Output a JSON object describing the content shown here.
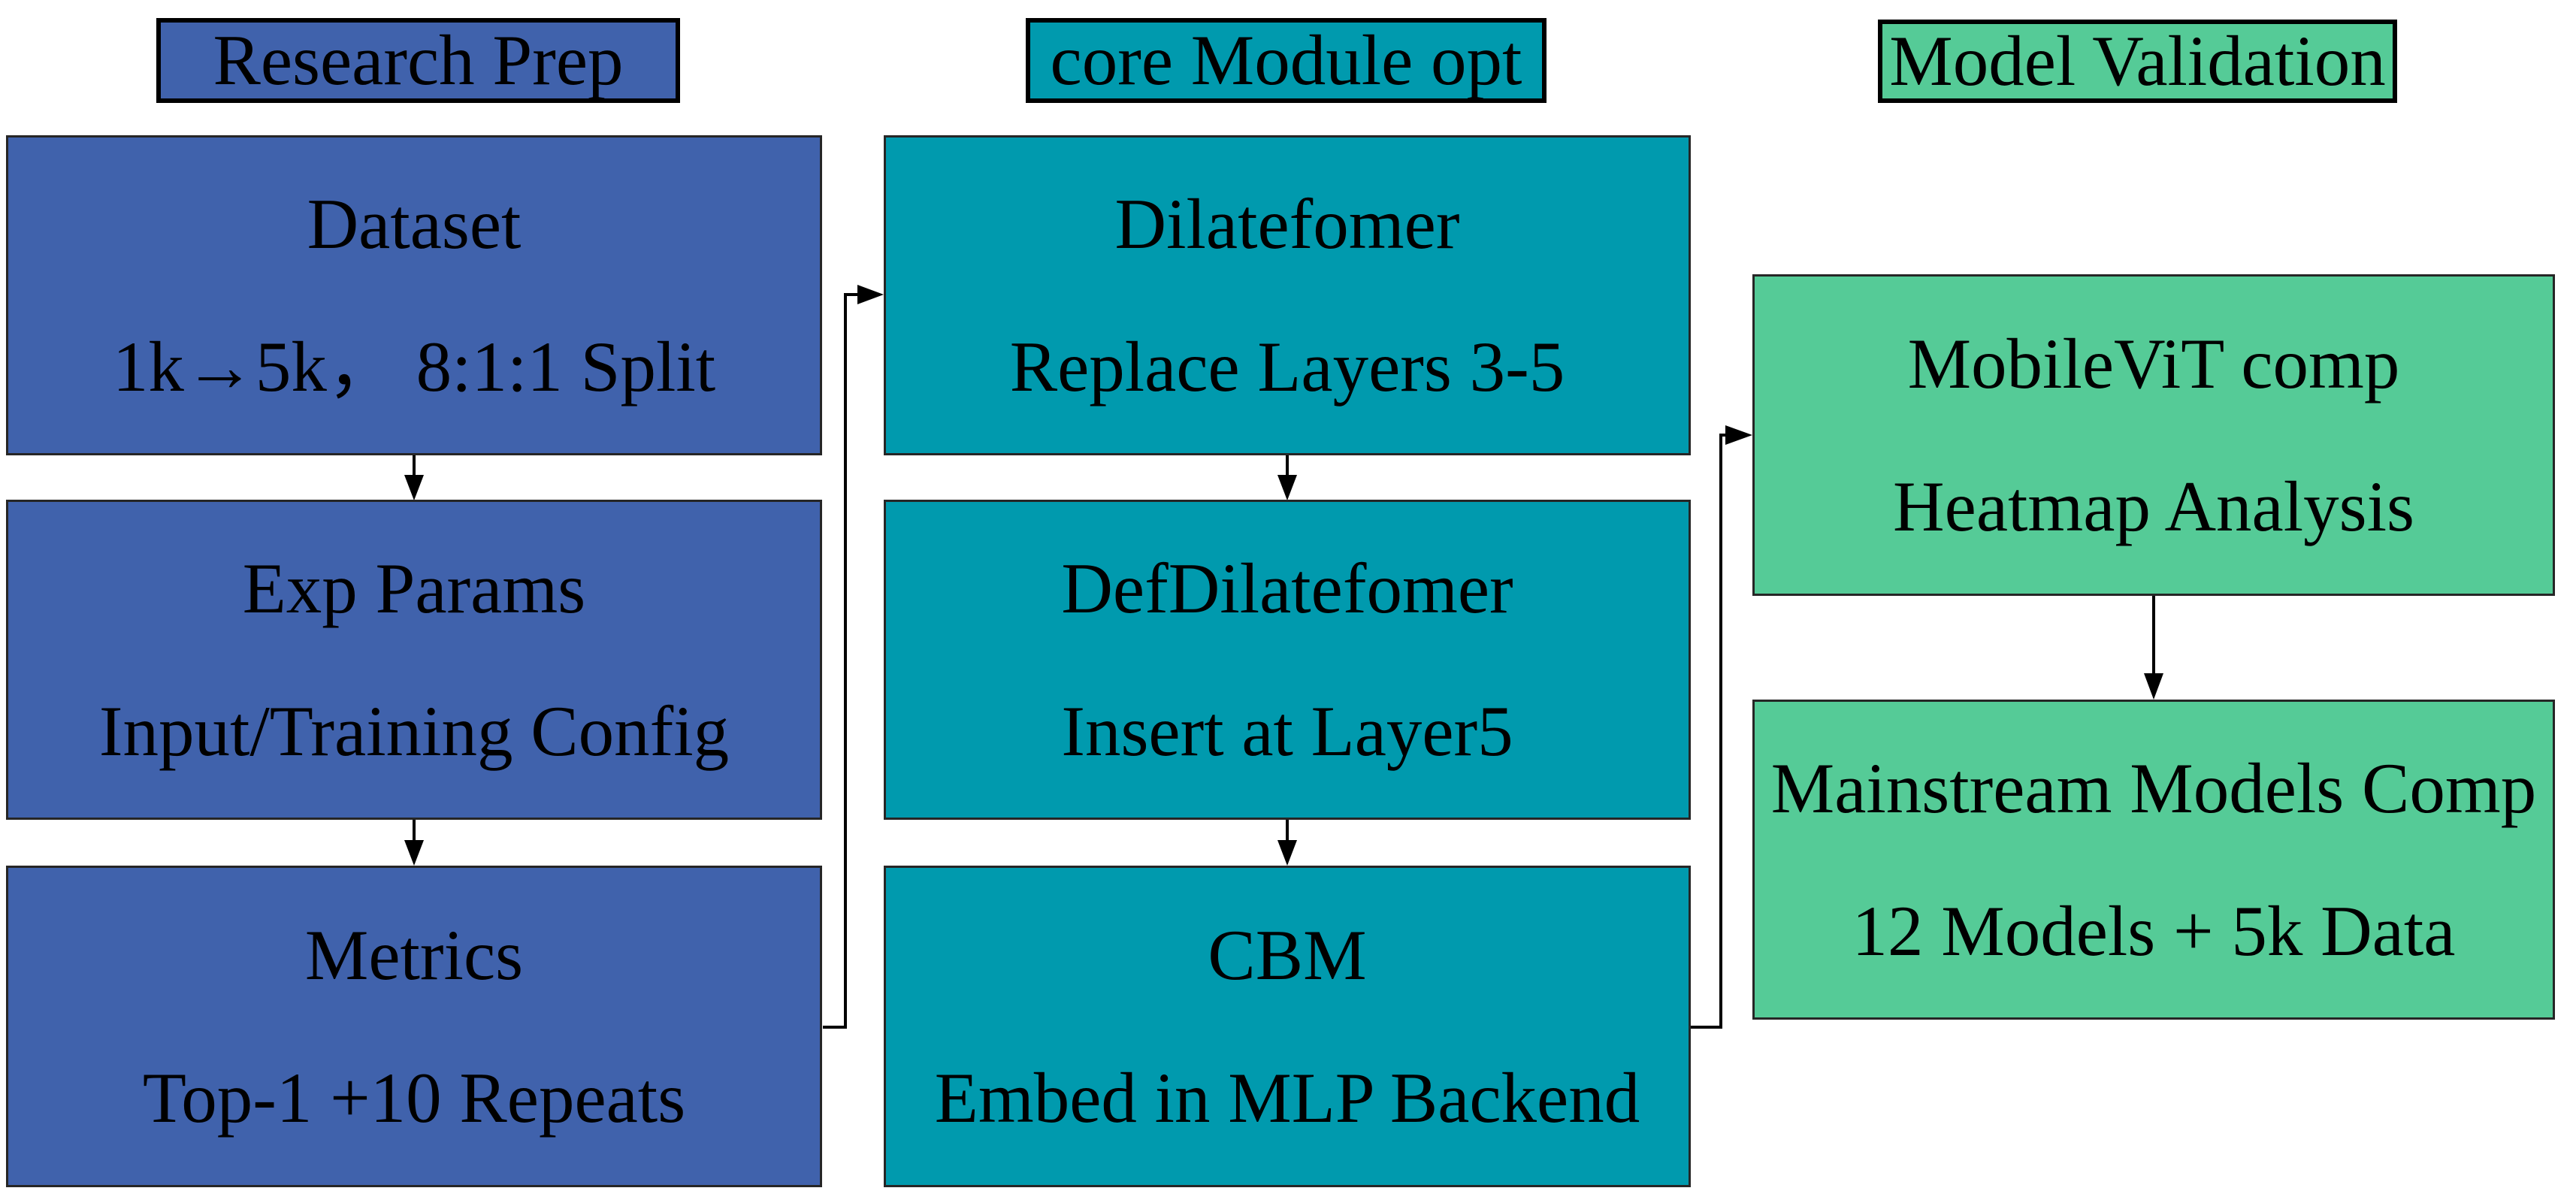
{
  "colors": {
    "column1_fill": "#4062AC",
    "column2_fill": "#009AAE",
    "column3_fill": "#55CB97",
    "border": "#262626",
    "arrow": "#000000",
    "text": "#000000",
    "background": "#ffffff"
  },
  "columns": [
    {
      "header": {
        "label": "Research Prep"
      },
      "nodes": [
        {
          "line1": "Dataset",
          "line2": "1k→5k， 8:1:1 Split"
        },
        {
          "line1": "Exp Params",
          "line2": "Input/Training Config"
        },
        {
          "line1": "Metrics",
          "line2": "Top-1 +10 Repeats"
        }
      ]
    },
    {
      "header": {
        "label": "core Module opt"
      },
      "nodes": [
        {
          "line1": "Dilatefomer",
          "line2": "Replace Layers 3-5"
        },
        {
          "line1": "DefDilatefomer",
          "line2": "Insert at Layer5"
        },
        {
          "line1": "CBM",
          "line2": "Embed in MLP Backend"
        }
      ]
    },
    {
      "header": {
        "label": "Model Validation"
      },
      "nodes": [
        {
          "line1": "MobileViT comp",
          "line2": "Heatmap Analysis"
        },
        {
          "line1": "Mainstream Models Comp",
          "line2": "12 Models + 5k Data"
        }
      ]
    }
  ]
}
